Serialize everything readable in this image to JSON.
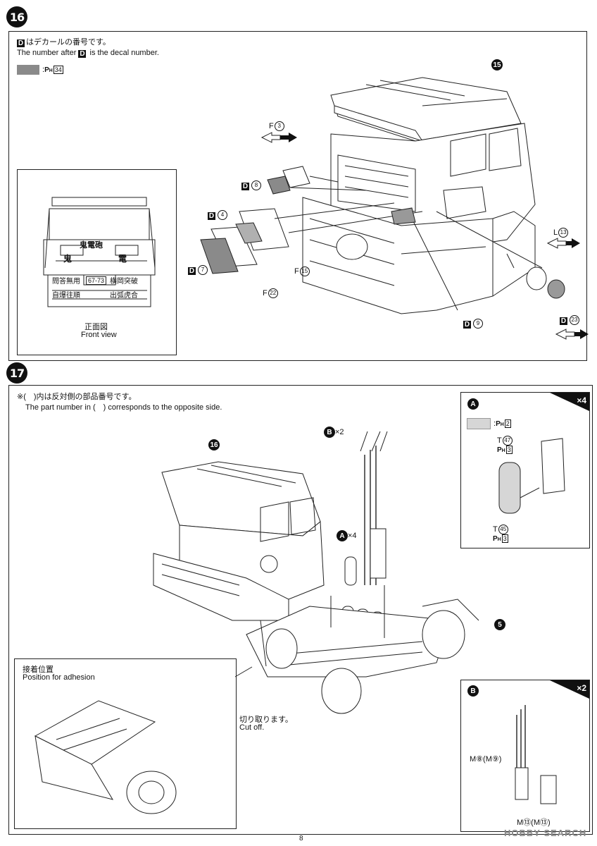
{
  "step16": {
    "number": "16",
    "note_jp": "はデカールの番号です。",
    "note_en": "The number after",
    "note_en2": "is the decal number.",
    "decal_letter": "D",
    "paint_code": "34",
    "front_view_jp": "正面図",
    "front_view_en": "Front view",
    "front_sign_1": "鬼電砲",
    "front_sign_2": "鬼",
    "front_sign_3": "電",
    "front_sign_4": "問答無用",
    "front_sign_5": "横岡突破",
    "front_sign_6": "自爆往順",
    "front_sign_7": "出弧虎合",
    "front_plate": "67-73",
    "labels": {
      "f3": "F",
      "f3_n": "3",
      "d8": "8",
      "d4": "4",
      "d7": "7",
      "f22": "F",
      "f22_n": "22",
      "f15": "F",
      "f15_n": "15",
      "d9": "9",
      "l13": "L",
      "l13_n": "13",
      "d23": "23",
      "ref": "15"
    }
  },
  "step17": {
    "number": "17",
    "note_jp": "※(　)内は反対側の部品番号です。",
    "note_en": "The part number in (　) corresponds to the opposite side.",
    "ref_cab": "16",
    "ref_chassis": "5",
    "b_qty": "×2",
    "a_qty": "×4",
    "cut_jp": "切り取ります。",
    "cut_en": "Cut off.",
    "adhesion_jp": "接着位置",
    "adhesion_en": "Position for adhesion",
    "boxA": {
      "letter": "A",
      "qty": "×4",
      "paint_code": "2",
      "t47": "T",
      "t47_n": "47",
      "t47_paint": "3",
      "t45": "T",
      "t45_n": "45",
      "t45_paint": "3"
    },
    "boxB": {
      "letter": "B",
      "qty": "×2",
      "m8": "M⑧(M⑨)",
      "m13": "M⑬(M⑬)"
    }
  },
  "footer": {
    "page": "8",
    "watermark": "HOBBY SEARCH"
  },
  "colors": {
    "gray_swatch": "#8a8a8a",
    "light_swatch": "#d6d6d6"
  }
}
